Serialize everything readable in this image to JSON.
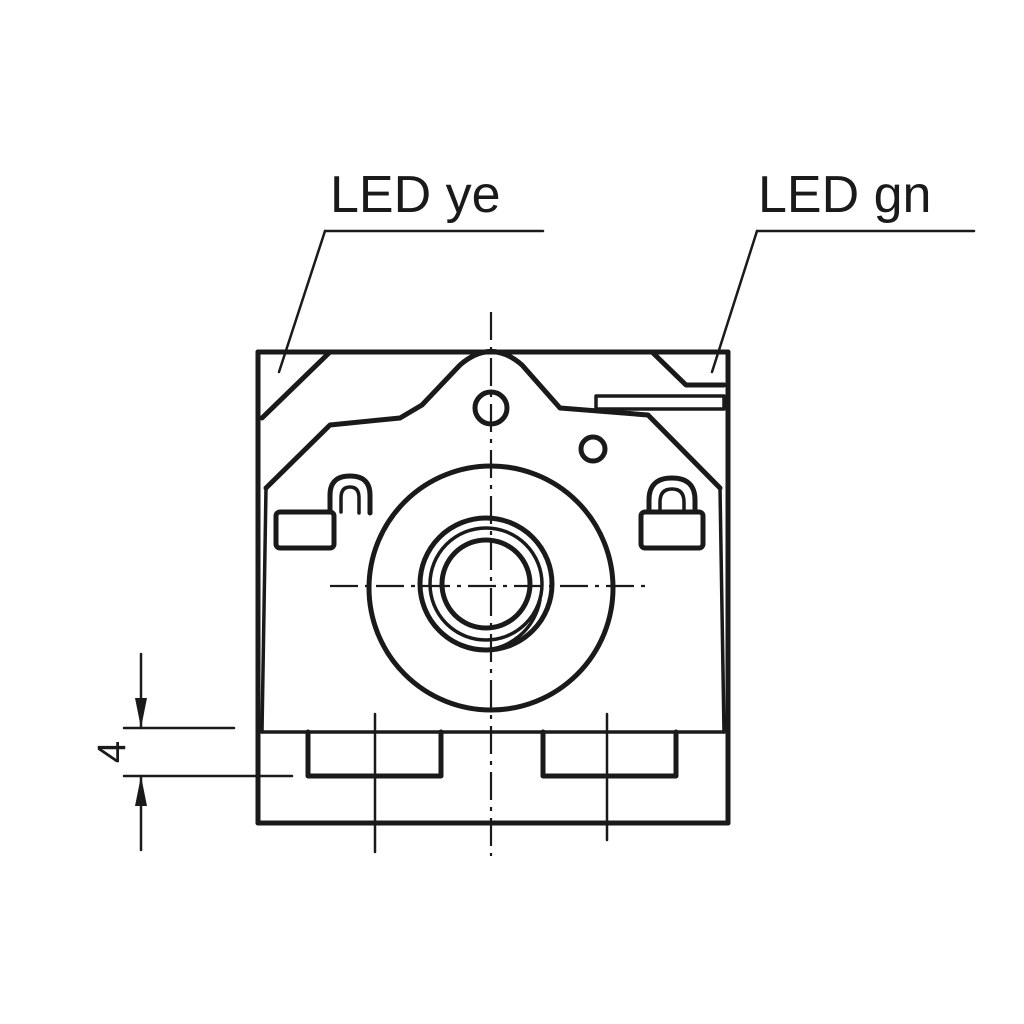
{
  "labels": {
    "led_yellow": "LED ye",
    "led_green": "LED gn"
  },
  "dimensions": {
    "height_value": "4"
  },
  "icons": {
    "lock_open": "unlocked-padlock-icon",
    "lock_closed": "locked-padlock-icon"
  },
  "colors": {
    "line": "#1a1a1a",
    "background": "#ffffff"
  }
}
